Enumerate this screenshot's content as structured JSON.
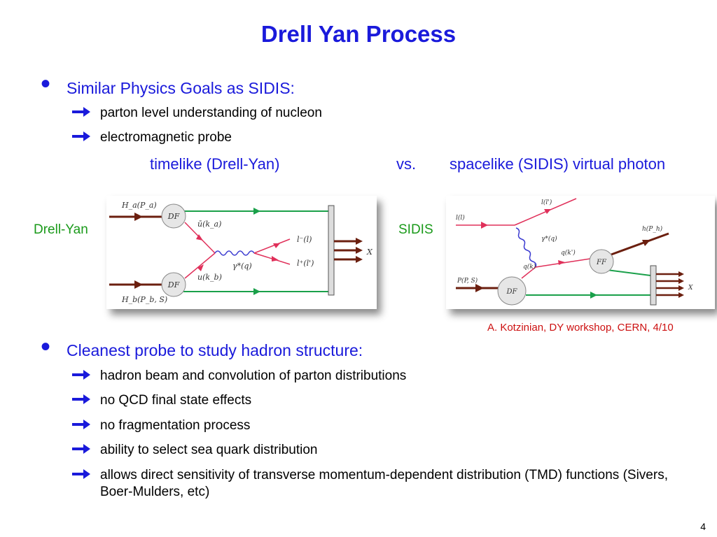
{
  "title": "Drell Yan Process",
  "section1": {
    "heading": "Similar Physics Goals as SIDIS:",
    "items": [
      "parton level understanding of nucleon",
      "electromagnetic probe"
    ]
  },
  "comparison": {
    "left": "timelike (Drell-Yan)",
    "middle": "vs.",
    "right": "spacelike (SIDIS) virtual photon"
  },
  "figures": {
    "dy_label": "Drell-Yan",
    "sidis_label": "SIDIS",
    "dy": {
      "ha": "H_a(P_a)",
      "hb": "H_b(P_b, S)",
      "df": "DF",
      "ubar": "ū(k_a)",
      "u": "u(k_b)",
      "gamma": "γ*(q)",
      "lminus": "l⁻(l)",
      "lplus": "l⁺(l')",
      "x": "X"
    },
    "sidis": {
      "l": "l(l)",
      "lprime": "l(l')",
      "gamma": "γ*(q)",
      "h": "h(P_h)",
      "qk": "q(k)",
      "qkprime": "q(k')",
      "ff": "FF",
      "df": "DF",
      "ps": "P(P, S)",
      "x": "X"
    },
    "credit": "A. Kotzinian, DY workshop, CERN, 4/10"
  },
  "section2": {
    "heading": "Cleanest probe to study hadron structure:",
    "items": [
      "hadron beam and convolution of parton distributions",
      "no QCD final state effects",
      "no fragmentation process",
      "ability to select sea quark distribution",
      "allows direct sensitivity of transverse momentum-dependent distribution (TMD) functions (Sivers, Boer-Mulders, etc)"
    ]
  },
  "page_number": "4",
  "colors": {
    "heading": "#1a1adb",
    "arrow": "#1a1adb",
    "credit": "#cc1010",
    "label": "#1a9a1a"
  }
}
